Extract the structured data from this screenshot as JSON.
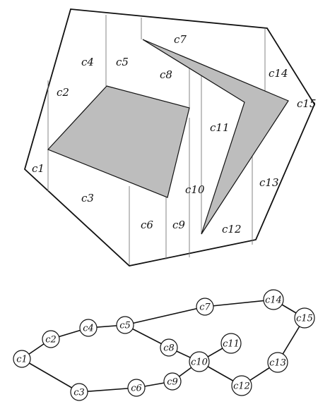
{
  "figure": {
    "cells": [
      {
        "id": "c1",
        "label": "c1"
      },
      {
        "id": "c2",
        "label": "c2"
      },
      {
        "id": "c3",
        "label": "c3"
      },
      {
        "id": "c4",
        "label": "c4"
      },
      {
        "id": "c5",
        "label": "c5"
      },
      {
        "id": "c6",
        "label": "c6"
      },
      {
        "id": "c7",
        "label": "c7"
      },
      {
        "id": "c8",
        "label": "c8"
      },
      {
        "id": "c9",
        "label": "c9"
      },
      {
        "id": "c10",
        "label": "c10"
      },
      {
        "id": "c11",
        "label": "c11"
      },
      {
        "id": "c12",
        "label": "c12"
      },
      {
        "id": "c13",
        "label": "c13"
      },
      {
        "id": "c14",
        "label": "c14"
      },
      {
        "id": "c15",
        "label": "c15"
      }
    ],
    "graph": {
      "nodes": [
        "c1",
        "c2",
        "c3",
        "c4",
        "c5",
        "c6",
        "c7",
        "c8",
        "c9",
        "c10",
        "c11",
        "c12",
        "c13",
        "c14",
        "c15"
      ],
      "edges": [
        [
          "c1",
          "c2"
        ],
        [
          "c2",
          "c4"
        ],
        [
          "c4",
          "c5"
        ],
        [
          "c5",
          "c7"
        ],
        [
          "c7",
          "c14"
        ],
        [
          "c14",
          "c15"
        ],
        [
          "c15",
          "c13"
        ],
        [
          "c13",
          "c12"
        ],
        [
          "c12",
          "c10"
        ],
        [
          "c10",
          "c11"
        ],
        [
          "c10",
          "c8"
        ],
        [
          "c8",
          "c5"
        ],
        [
          "c10",
          "c9"
        ],
        [
          "c9",
          "c6"
        ],
        [
          "c6",
          "c3"
        ],
        [
          "c3",
          "c1"
        ]
      ]
    },
    "colors": {
      "obstacle_fill": "#bdbdbd",
      "line": "#111111"
    }
  }
}
